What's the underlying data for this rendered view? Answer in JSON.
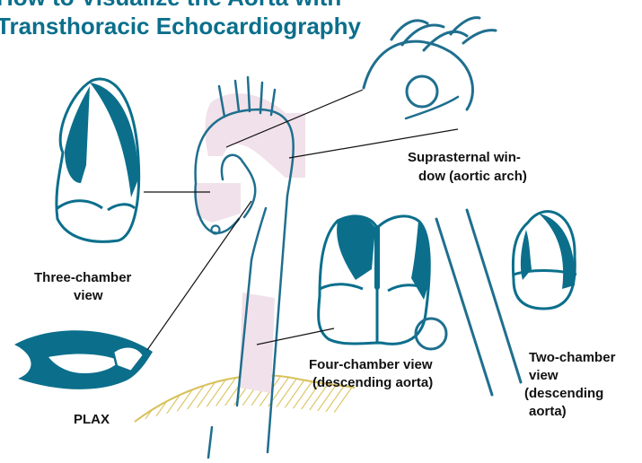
{
  "colors": {
    "heart": "#0b6f8c",
    "stroke": "#1f6f8e",
    "highlight": "#f1e1ea",
    "skin": "#d8c15a",
    "title": "#0b6f8c",
    "label": "#111111"
  },
  "title": {
    "line1": "How to Visualize the Aorta with",
    "line2": "Transthoracic Echocardiography"
  },
  "labels": {
    "three_chamber": {
      "line1": "Three-chamber",
      "line2": "view"
    },
    "suprasternal": {
      "line1": "Suprasternal win-",
      "line2": "dow (aortic arch)"
    },
    "four_chamber": {
      "line1": "Four-chamber view",
      "line2": "(descending aorta)"
    },
    "two_chamber": {
      "line1": "Two-chamber",
      "line2": "view",
      "line3": "(descending",
      "line4": "aorta)"
    },
    "plax": "PLAX"
  },
  "icons": [
    "aorta-icon",
    "aortic-arch-icon",
    "three-chamber-heart-icon",
    "four-chamber-heart-icon",
    "two-chamber-heart-icon",
    "plax-heart-icon",
    "transducer-icon",
    "skin-surface-icon"
  ]
}
